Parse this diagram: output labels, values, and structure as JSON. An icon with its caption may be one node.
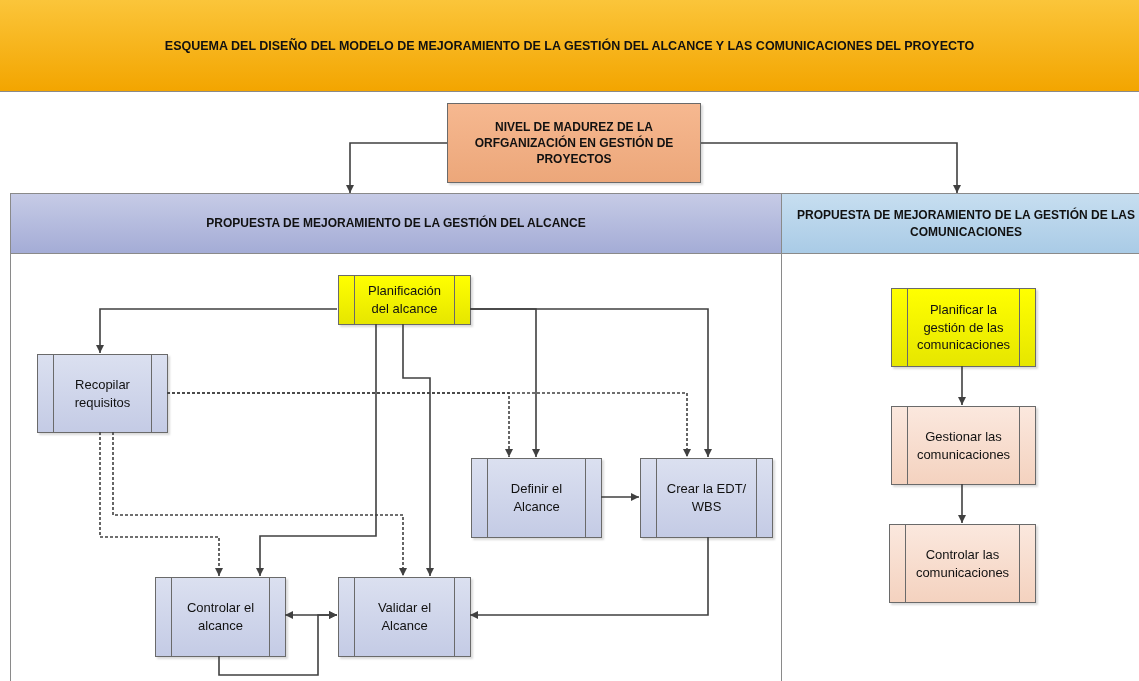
{
  "diagram": {
    "title": "ESQUEMA DEL DISEÑO DEL MODELO DE MEJORAMIENTO DE LA GESTIÓN DEL ALCANCE Y LAS COMUNICACIONES DEL PROYECTO",
    "nodes": [
      {
        "text": [
          "NIVEL DE MADUREZ DE LA ORFGANIZACIÓN EN GESTIÓN DE PROYECTOS"
        ]
      },
      {
        "text": [
          "PROPUESTA DE MEJORAMIENTO DE LA GESTIÓN DEL ALCANCE"
        ]
      },
      {
        "text": [
          "PROPUESTA DE MEJORAMIENTO DE LA GESTIÓN DE LAS COMUNICACIONES"
        ]
      },
      {
        "text": [
          "Planificación del alcance"
        ],
        "in": 1
      },
      {
        "text": [
          "Recopilar requisitos"
        ],
        "in": 1
      },
      {
        "text": [
          "Definir el Alcance"
        ],
        "in": 1
      },
      {
        "text": [
          "Crear la EDT/ WBS"
        ],
        "in": 1
      },
      {
        "text": [
          "Controlar el alcance"
        ],
        "in": 1
      },
      {
        "text": [
          "Validar el Alcance"
        ],
        "in": 1
      },
      {
        "text": [
          "Planificar la gestión de las comunicaciones"
        ],
        "in": 2
      },
      {
        "text": [
          "Gestionar las comunicaciones"
        ],
        "in": 2
      },
      {
        "text": [
          "Controlar las comunicaciones"
        ],
        "in": 2
      }
    ],
    "edges": [
      {
        "from": 0,
        "to": 1,
        "arrow": "to"
      },
      {
        "from": 0,
        "to": 2,
        "arrow": "to"
      },
      {
        "from": 3,
        "to": 4,
        "arrow": "to"
      },
      {
        "from": 3,
        "to": 5,
        "arrow": "to"
      },
      {
        "from": 3,
        "to": 6,
        "arrow": "to"
      },
      {
        "from": 3,
        "to": 7,
        "arrow": "to"
      },
      {
        "from": 3,
        "to": 8,
        "arrow": "to"
      },
      {
        "from": 4,
        "to": 5,
        "arrow": "to",
        "style": "dashed"
      },
      {
        "from": 4,
        "to": 6,
        "arrow": "to",
        "style": "dashed"
      },
      {
        "from": 4,
        "to": 7,
        "arrow": "to",
        "style": "dashed"
      },
      {
        "from": 4,
        "to": 8,
        "arrow": "to",
        "style": "dashed"
      },
      {
        "from": 5,
        "to": 6,
        "arrow": "to"
      },
      {
        "from": 6,
        "to": 8,
        "arrow": "to"
      },
      {
        "from": 7,
        "to": 8,
        "arrow": "both"
      },
      {
        "from": 7,
        "to": 8,
        "arrow": "to"
      },
      {
        "from": 9,
        "to": 10,
        "arrow": "to"
      },
      {
        "from": 10,
        "to": 11,
        "arrow": "to"
      }
    ]
  }
}
